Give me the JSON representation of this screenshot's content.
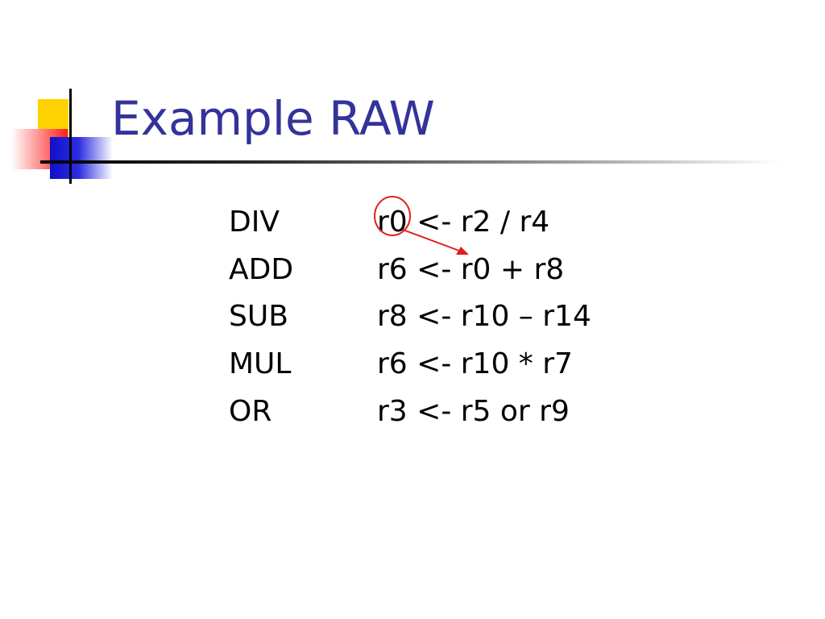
{
  "slide": {
    "title": "Example RAW",
    "logo_icon": "corner-squares-logo",
    "instructions": [
      {
        "op": "DIV",
        "expr": "r0 <- r2 / r4"
      },
      {
        "op": "ADD",
        "expr": "r6 <- r0 + r8"
      },
      {
        "op": "SUB",
        "expr": "r8 <- r10 – r14"
      },
      {
        "op": "MUL",
        "expr": "r6 <- r10 * r7"
      },
      {
        "op": "OR",
        "expr": "r3 <- r5 or r9"
      }
    ]
  },
  "colors": {
    "title": "#33339a",
    "annotation": "#e0201e",
    "text": "#000000"
  }
}
